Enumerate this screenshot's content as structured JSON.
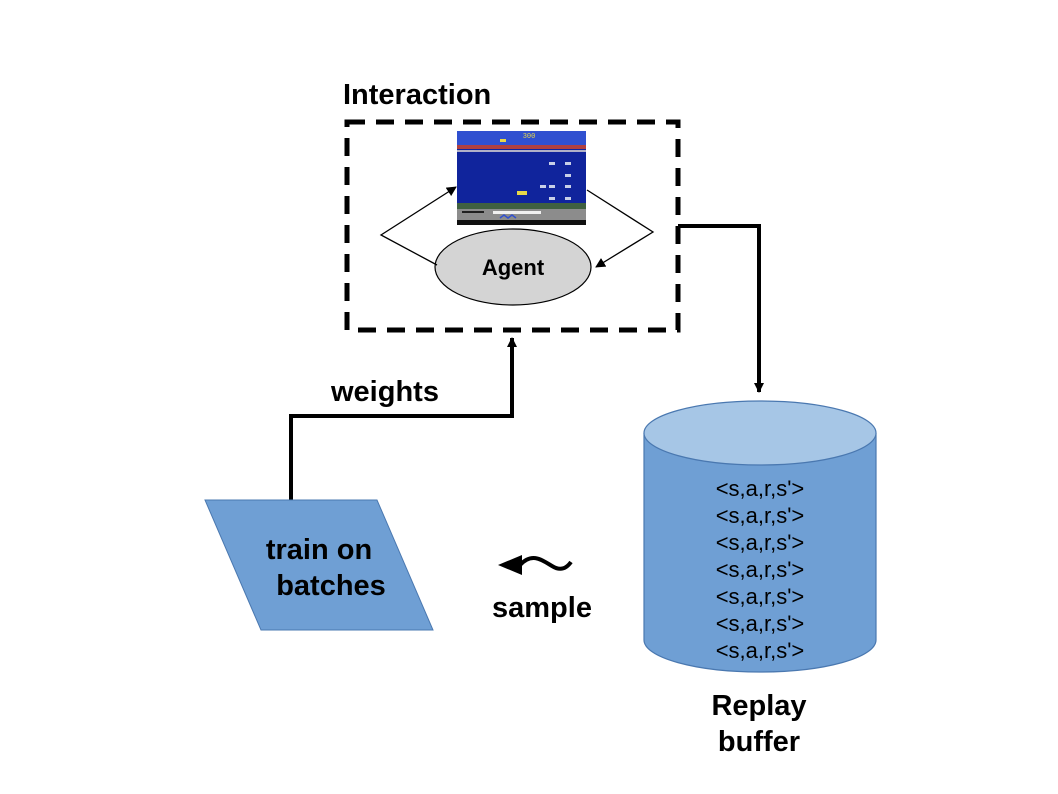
{
  "interaction": {
    "title": "Interaction",
    "agent_label": "Agent",
    "game_score": "300"
  },
  "weights_label": "weights",
  "train": {
    "line1": "train on",
    "line2": "batches"
  },
  "sample_label": "sample",
  "replay": {
    "tuples": [
      "<s,a,r,s'>",
      "<s,a,r,s'>",
      "<s,a,r,s'>",
      "<s,a,r,s'>",
      "<s,a,r,s'>",
      "<s,a,r,s'>",
      "<s,a,r,s'>"
    ],
    "title_line1": "Replay",
    "title_line2": "buffer"
  },
  "colors": {
    "shape_blue": "#6f9fd4",
    "cylinder_top": "#a6c6e6",
    "agent_fill": "#d4d4d4",
    "game_sea": "#10249c"
  }
}
